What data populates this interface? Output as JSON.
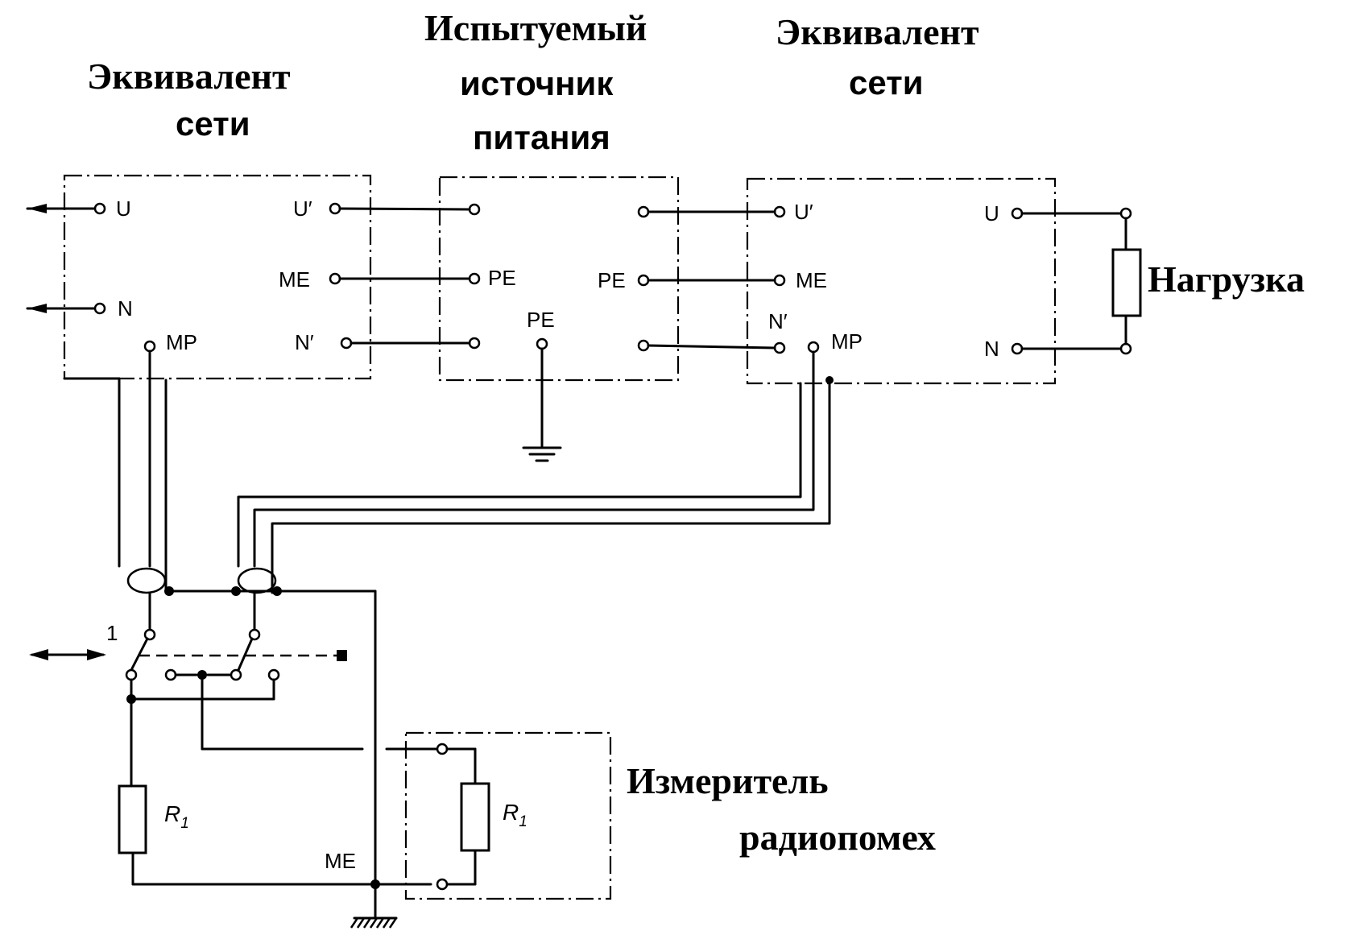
{
  "titles": {
    "left_block_line1": "Эквивалент",
    "left_block_line2": "сети",
    "middle_block_line1": "Испытуемый",
    "middle_block_line2": "источник",
    "middle_block_line3": "питания",
    "right_block_line1": "Эквивалент",
    "right_block_line2": "сети",
    "load": "Нагрузка",
    "meter_line1": "Измеритель",
    "meter_line2": "радиопомех"
  },
  "left_network": {
    "u": "U",
    "n": "N",
    "u_prime": "U′",
    "me": "ME",
    "n_prime": "N′",
    "mp": "MP"
  },
  "source": {
    "pe_in": "PE",
    "pe_out": "PE",
    "pe_ground": "PE"
  },
  "right_network": {
    "u_prime": "U′",
    "me": "ME",
    "n_prime": "N′",
    "mp": "MP",
    "u": "U",
    "n": "N"
  },
  "switch": {
    "label": "1"
  },
  "resistors": {
    "r1_left": "R",
    "r1_left_sub": "1",
    "r1_meter": "R",
    "r1_meter_sub": "1"
  },
  "ground": {
    "me": "ME"
  }
}
